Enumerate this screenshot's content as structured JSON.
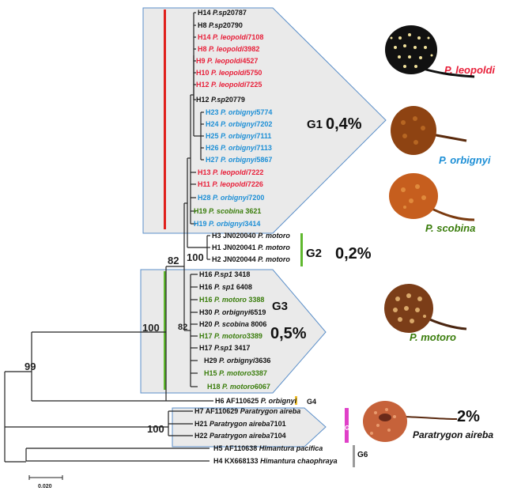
{
  "colors": {
    "black": "#111111",
    "red": "#e8203a",
    "blue": "#1d8fd6",
    "green": "#3a7d0c",
    "box_fill": "#eaeaea",
    "box_stroke": "#5b8fc9",
    "bar_red": "#e0201c",
    "bar_green": "#5fb82e",
    "bar_yellow": "#f2c230",
    "bar_magenta": "#e040c8",
    "bar_grey": "#9a9a9a"
  },
  "taxa": [
    {
      "id": "H14",
      "name": "P.sp",
      "code": "20787",
      "color": "black"
    },
    {
      "id": "H8",
      "name": "P.sp",
      "code": "20790",
      "color": "black"
    },
    {
      "id": "H14",
      "name": "P. leopoldi",
      "code": "7108",
      "color": "red"
    },
    {
      "id": "H8",
      "name": "P. leopoldi",
      "code": "3982",
      "color": "red"
    },
    {
      "id": "H9",
      "name": "P. leopoldi",
      "code": "4527",
      "color": "red"
    },
    {
      "id": "H10",
      "name": "P. leopoldi",
      "code": "5750",
      "color": "red"
    },
    {
      "id": "H12",
      "name": "P. leopoldi",
      "code": "7225",
      "color": "red"
    },
    {
      "id": "H12",
      "name": "P.sp",
      "code": "20779",
      "color": "black"
    },
    {
      "id": "H23",
      "name": "P. orbignyi",
      "code": "5774",
      "color": "blue"
    },
    {
      "id": "H24",
      "name": "P. orbignyi",
      "code": "7202",
      "color": "blue"
    },
    {
      "id": "H25",
      "name": "P. orbignyi",
      "code": "7111",
      "color": "blue"
    },
    {
      "id": "H26",
      "name": "P. orbignyi",
      "code": "7113",
      "color": "blue"
    },
    {
      "id": "H27",
      "name": "P. orbignyi",
      "code": "5867",
      "color": "blue"
    },
    {
      "id": "H13",
      "name": "P. leopoldi",
      "code": "7222",
      "color": "red"
    },
    {
      "id": "H11",
      "name": "P. leopoldi",
      "code": "7226",
      "color": "red"
    },
    {
      "id": "H28",
      "name": "P. orbignyi",
      "code": "7200",
      "color": "blue"
    },
    {
      "id": "H19",
      "name": "P. scobina",
      "code": "3621",
      "color": "green"
    },
    {
      "id": "H19",
      "name": "P. orbignyi",
      "code": "3414",
      "color": "blue"
    },
    {
      "id": "H3",
      "name": "JN020040",
      "code": "P. motoro",
      "color": "black"
    },
    {
      "id": "H1",
      "name": "JN020041",
      "code": "P. motoro",
      "color": "black"
    },
    {
      "id": "H2",
      "name": "JN020044",
      "code": "P. motoro",
      "color": "black"
    },
    {
      "id": "H16",
      "name": "P.sp1",
      "code": "3418",
      "color": "black"
    },
    {
      "id": "H16",
      "name": "P. sp1",
      "code": "6408",
      "color": "black"
    },
    {
      "id": "H16",
      "name": "P. motoro",
      "code": "3388",
      "color": "green"
    },
    {
      "id": "H30",
      "name": "P. orbignyi",
      "code": "6519",
      "color": "black"
    },
    {
      "id": "H20",
      "name": "P. scobina",
      "code": "8006",
      "color": "black"
    },
    {
      "id": "H17",
      "name": "P. motoro",
      "code": "3389",
      "color": "green"
    },
    {
      "id": "H17",
      "name": "P.sp1",
      "code": "3417",
      "color": "black"
    },
    {
      "id": "H29",
      "name": "P. orbignyi",
      "code": "3636",
      "color": "black"
    },
    {
      "id": "H15",
      "name": "P. motoro",
      "code": "3387",
      "color": "green"
    },
    {
      "id": "H18",
      "name": "P. motoro",
      "code": "6067",
      "color": "green"
    },
    {
      "id": "H6",
      "name": "AF110625",
      "code": "P. orbignyi",
      "color": "black"
    },
    {
      "id": "H7",
      "name": "AF110629",
      "code": "Paratrygon aireba",
      "color": "black"
    },
    {
      "id": "H21",
      "name": "Paratrygon aireba",
      "code": "7101",
      "color": "black"
    },
    {
      "id": "H22",
      "name": "Paratrygon aireba",
      "code": "7104",
      "color": "black"
    },
    {
      "id": "H5",
      "name": "AF110638",
      "code": "Himantura pacifica",
      "color": "black"
    },
    {
      "id": "H4",
      "name": "KX668133",
      "code": "Himantura chaophraya",
      "color": "black"
    }
  ],
  "bootstrap": [
    "100",
    "82",
    "100",
    "82",
    "99",
    "100"
  ],
  "groups": [
    {
      "label": "G1",
      "pct": "0,4%"
    },
    {
      "label": "G2",
      "pct": "0,2%"
    },
    {
      "label": "G3",
      "pct": "0,5%"
    },
    {
      "label": "G4"
    },
    {
      "label": "G5"
    },
    {
      "label": "G6"
    }
  ],
  "species": [
    {
      "label": "P. leopoldi",
      "color": "red"
    },
    {
      "label": "P. orbignyi",
      "color": "blue"
    },
    {
      "label": "P. scobina",
      "color": "green"
    },
    {
      "label": "P. motoro",
      "color": "green"
    },
    {
      "label": "Paratrygon aireba",
      "pct": "2%",
      "color": "black"
    }
  ],
  "scale_bar": "0.020"
}
